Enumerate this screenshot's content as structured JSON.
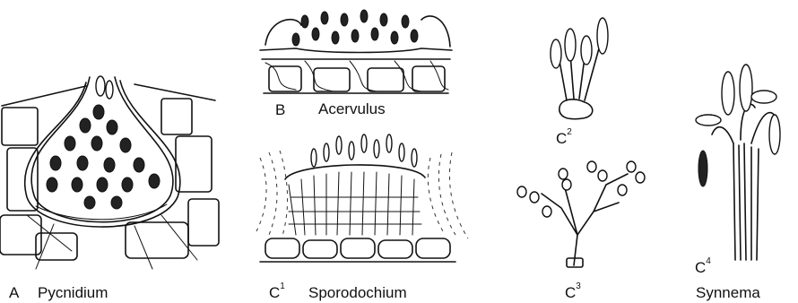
{
  "figure": {
    "panels": [
      {
        "letter": "A",
        "name": "Pycnidium"
      },
      {
        "letter": "B",
        "name": "Acervulus"
      },
      {
        "letter": "C",
        "sup": "1",
        "name": "Sporodochium"
      },
      {
        "letter": "C",
        "sup": "2",
        "name": ""
      },
      {
        "letter": "C",
        "sup": "3",
        "name": ""
      },
      {
        "letter": "C",
        "sup": "4",
        "name": ""
      },
      {
        "letter": "",
        "name": "Synnema"
      }
    ]
  }
}
